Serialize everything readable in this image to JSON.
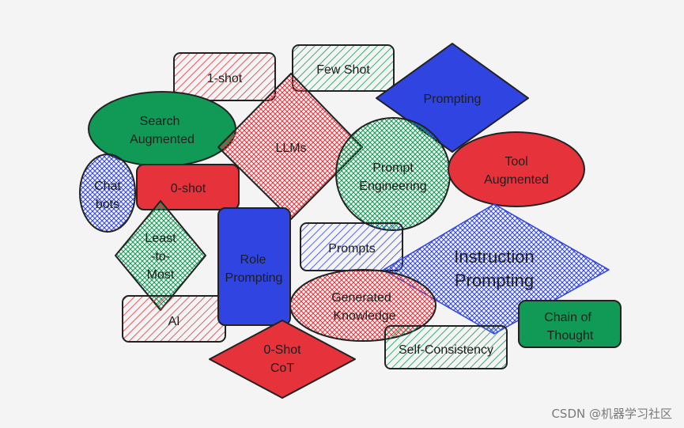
{
  "diagram": {
    "nodes": {
      "one_shot": "1-shot",
      "few_shot": "Few Shot",
      "prompting": "Prompting",
      "search_1": "Search",
      "search_2": "Augmented",
      "llms": "LLMs",
      "prompt_eng_1": "Prompt",
      "prompt_eng_2": "Engineering",
      "tool_1": "Tool",
      "tool_2": "Augmented",
      "chat_1": "Chat",
      "chat_2": "bots",
      "zero_shot": "0-shot",
      "least_1": "Least",
      "least_2": "-to-",
      "least_3": "Most",
      "role_1": "Role",
      "role_2": "Prompting",
      "prompts": "Prompts",
      "instr_1": "Instruction",
      "instr_2": "Prompting",
      "gen_1": "Generated",
      "gen_2": "Knowledge",
      "ai": "AI",
      "cot_1": "Chain of",
      "cot_2": "Thought",
      "zero_cot_1": "0-Shot",
      "zero_cot_2": "CoT",
      "self_consistency": "Self-Consistency"
    },
    "colors": {
      "red": "#e5323b",
      "green": "#119a55",
      "blue": "#2f44e0",
      "stroke": "#222222",
      "background": "#f4f4f4"
    }
  },
  "watermark": "CSDN @机器学习社区"
}
